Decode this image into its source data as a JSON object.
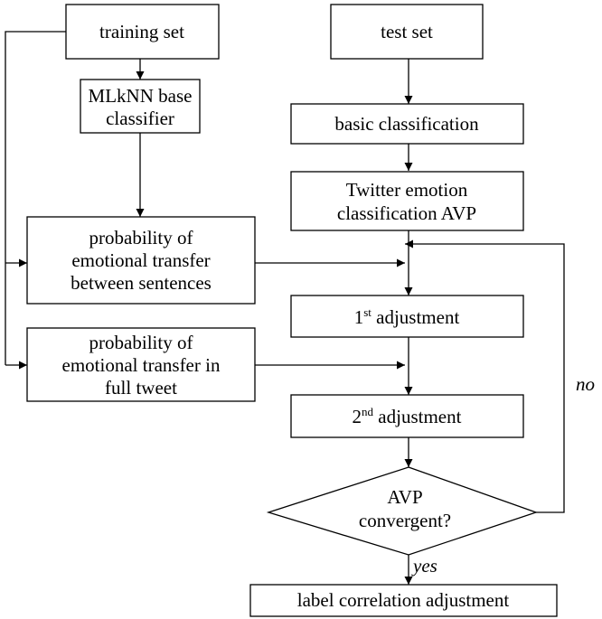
{
  "nodes": {
    "training_set": "training set",
    "test_set": "test set",
    "mlknn": [
      "MLkNN base",
      "classifier"
    ],
    "basic_classification": "basic classification",
    "twitter_avp": [
      "Twitter emotion",
      "classification AVP"
    ],
    "prob_between": [
      "probability of",
      "emotional transfer",
      "between sentences"
    ],
    "adj1": {
      "num": "1",
      "sup": "st",
      "rest": " adjustment"
    },
    "prob_full": [
      "probability of",
      "emotional transfer in",
      "full tweet"
    ],
    "adj2": {
      "num": "2",
      "sup": "nd",
      "rest": " adjustment"
    },
    "decision": [
      "AVP",
      "convergent?"
    ],
    "label_corr": "label correlation adjustment"
  },
  "edges": {
    "no": "no",
    "yes": "yes"
  }
}
